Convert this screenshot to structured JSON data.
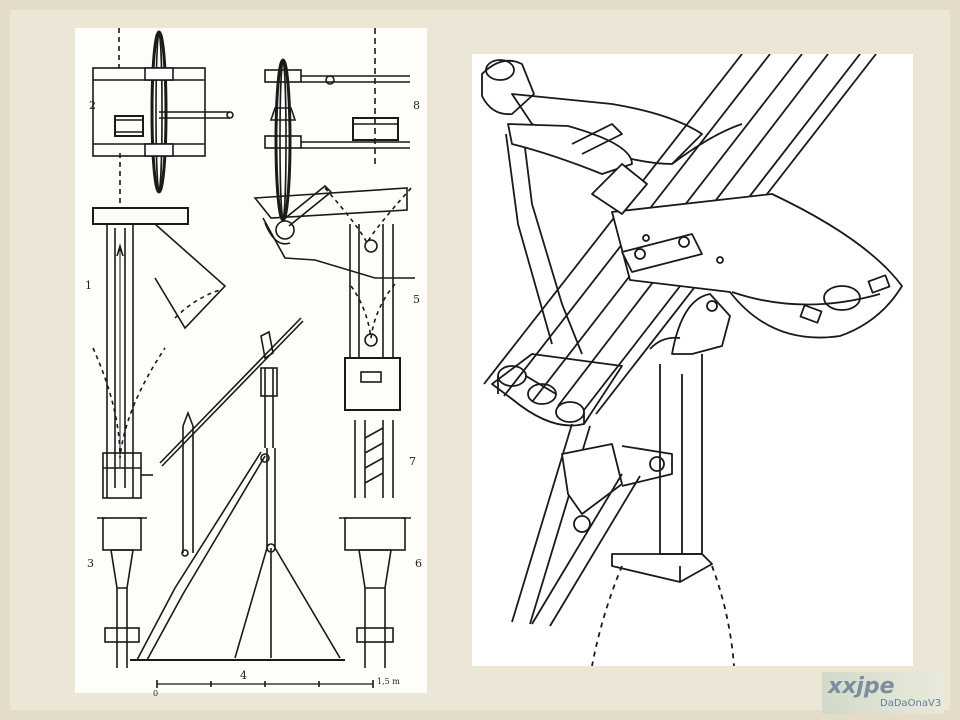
{
  "left_drawing": {
    "fig_labels": [
      "2",
      "8",
      "1",
      "5",
      "7",
      "3",
      "6",
      "4"
    ],
    "scale": {
      "start": "0",
      "end": "1,5 m"
    }
  },
  "watermark": {
    "brand": "xxjpe",
    "sub": "DaDaOnaV3"
  },
  "colors": {
    "background": "#e4dcc8",
    "ink": "#1a1a1a",
    "panel": "#ffffff"
  }
}
